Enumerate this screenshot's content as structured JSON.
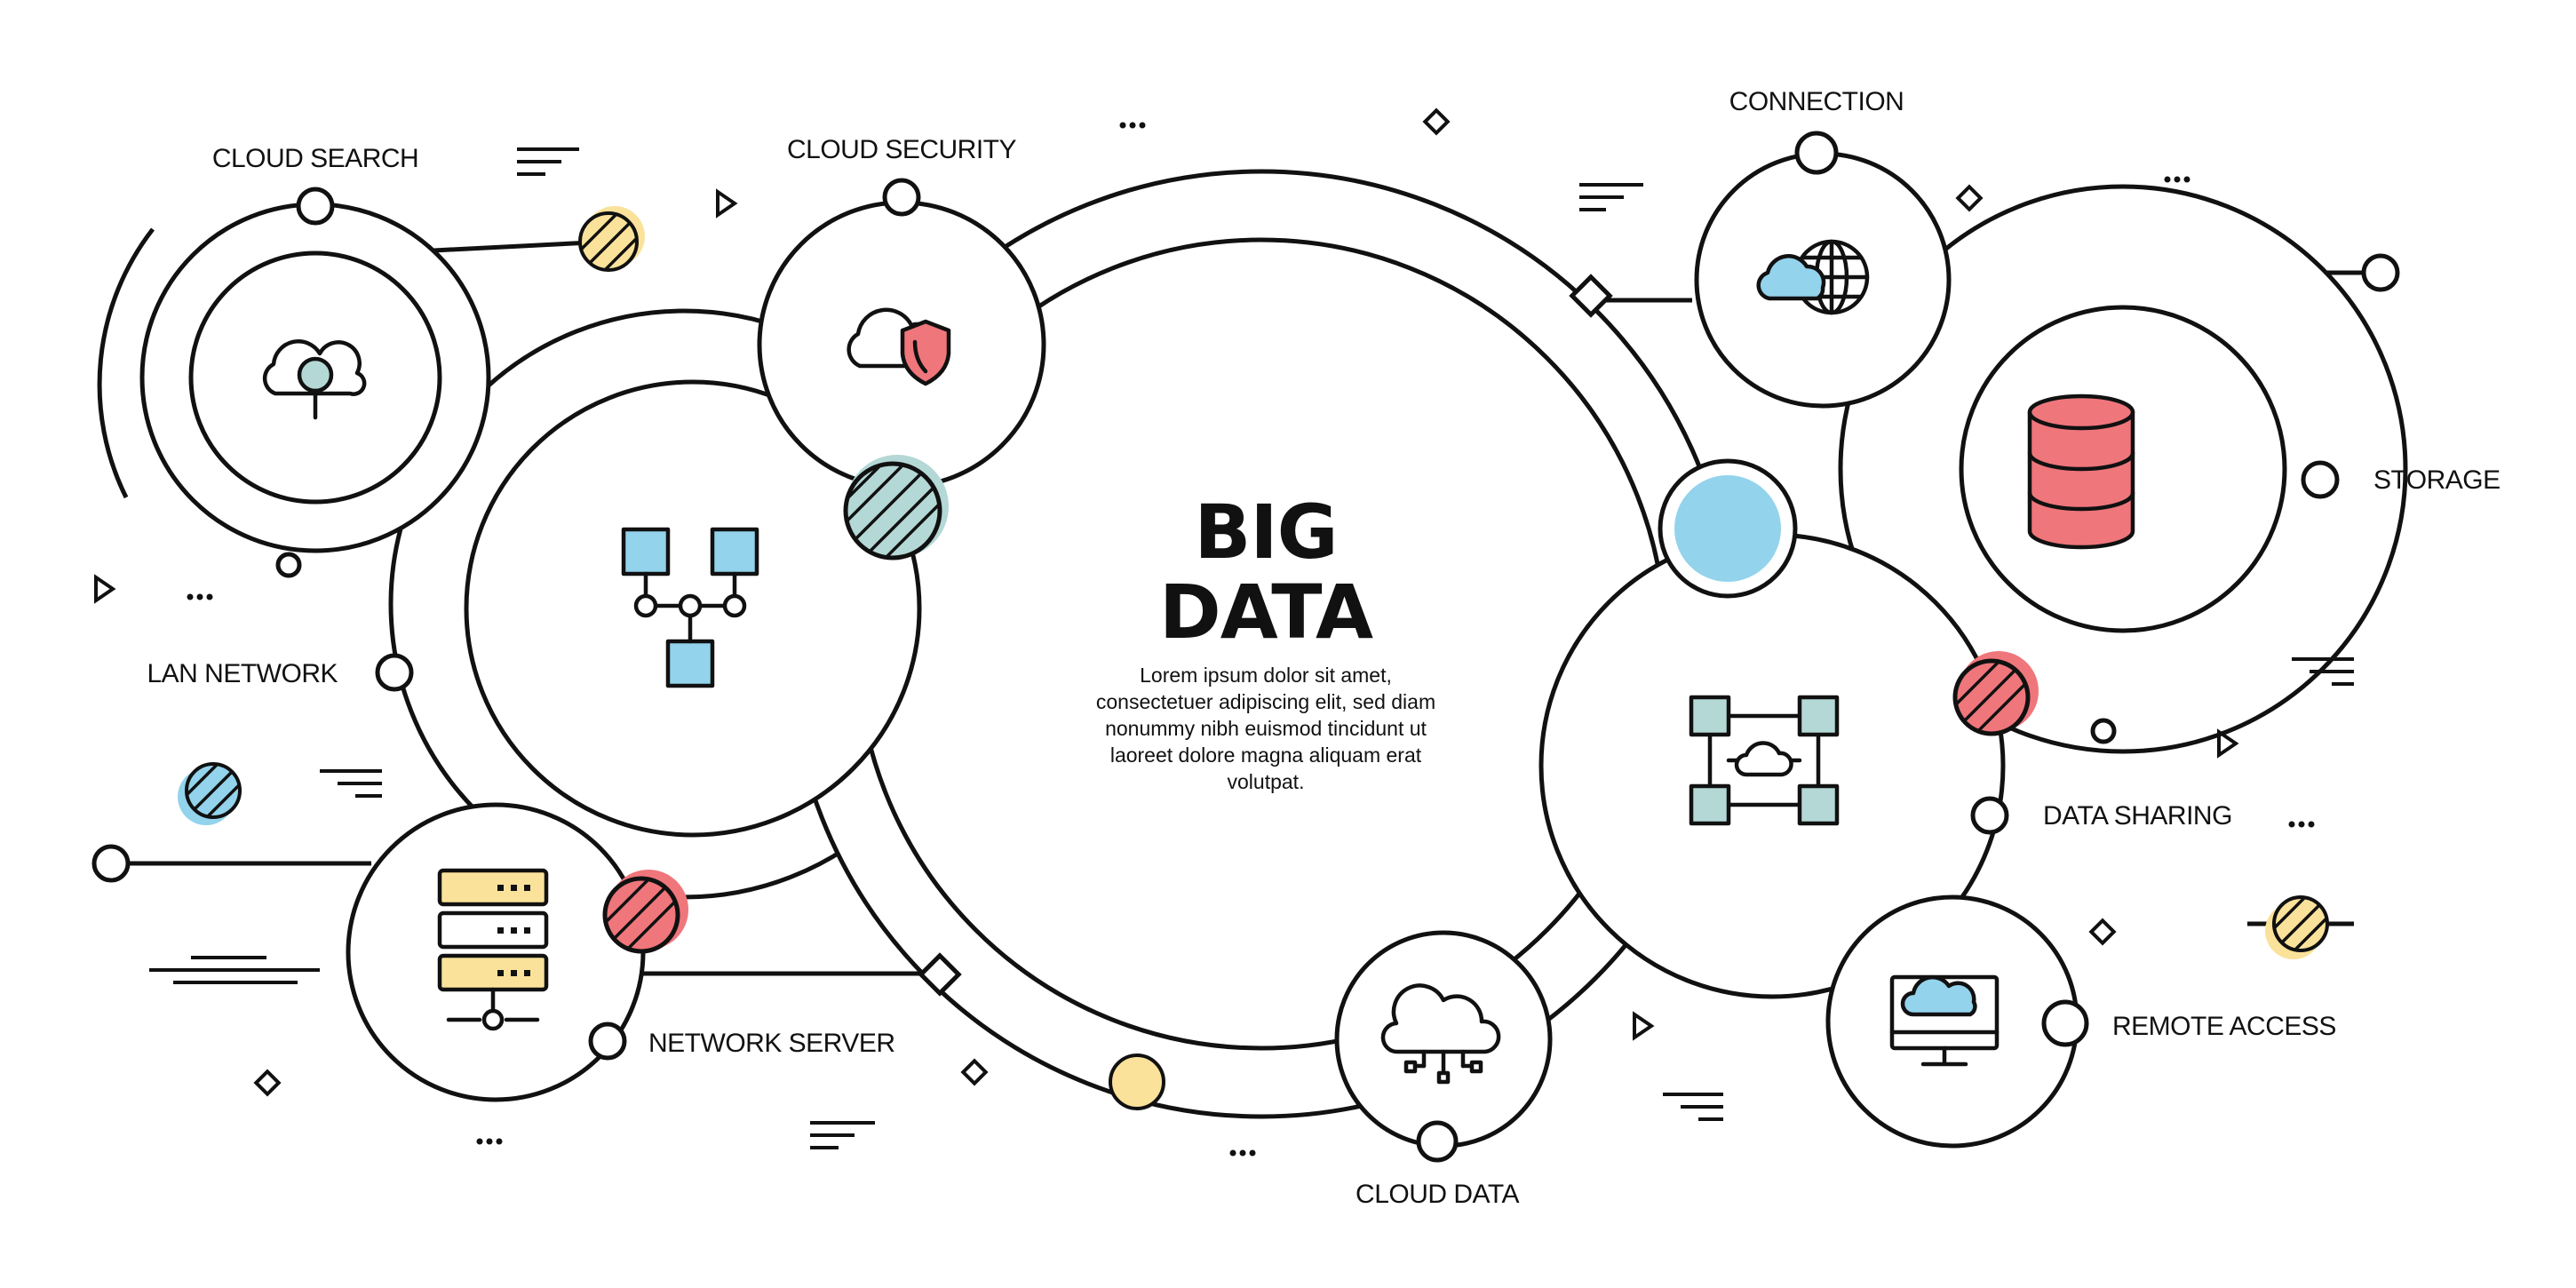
{
  "center": {
    "title_line1": "BIG",
    "title_line2": "DATA",
    "body_lines": [
      "Lorem ipsum dolor sit amet,",
      "consectetuer adipiscing elit, sed diam",
      "nonummy nibh euismod tincidunt ut",
      "laoreet dolore magna aliquam erat",
      "volutpat."
    ]
  },
  "nodes": {
    "cloud_search": "CLOUD SEARCH",
    "cloud_security": "CLOUD SECURITY",
    "connection": "CONNECTION",
    "storage": "STORAGE",
    "lan_network": "LAN NETWORK",
    "data_sharing": "DATA SHARING",
    "network_server": "NETWORK SERVER",
    "remote_access": "REMOTE ACCESS",
    "cloud_data": "CLOUD DATA"
  },
  "colors": {
    "accent_blue": "#93d3ec",
    "accent_red": "#ef767b",
    "accent_yellow": "#fbe29a",
    "accent_teal": "#b4d8d6",
    "stroke": "#111111"
  },
  "icons": [
    "cloud-search-icon",
    "cloud-security-icon",
    "globe-cloud-icon",
    "database-icon",
    "lan-network-icon",
    "data-sharing-icon",
    "server-rack-icon",
    "cloud-computer-icon",
    "cloud-network-icon"
  ]
}
